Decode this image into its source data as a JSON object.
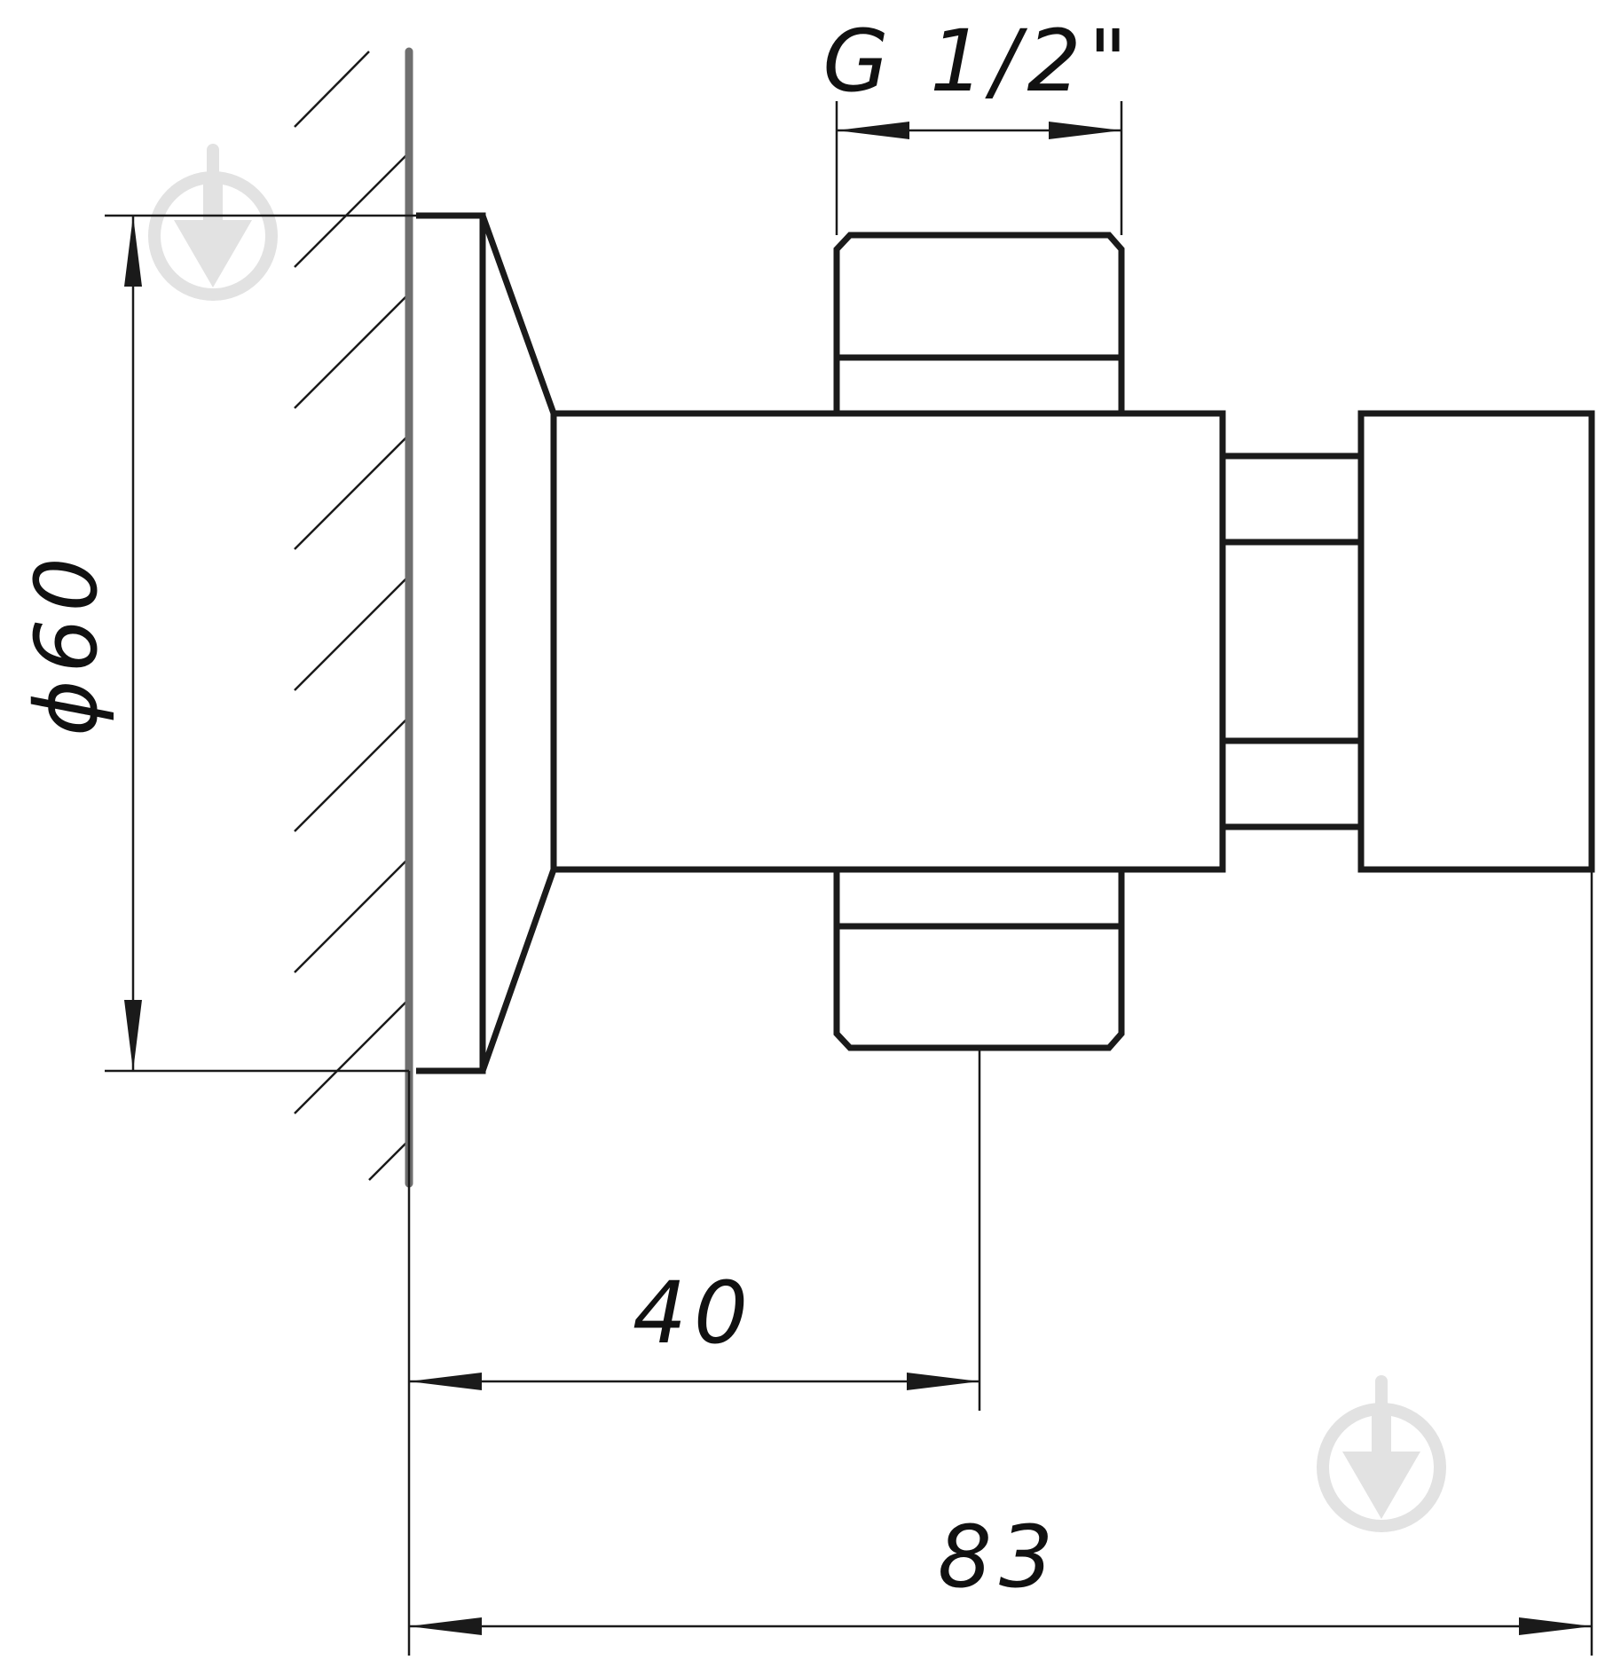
{
  "dimensions": {
    "thread": "G 1/2\"",
    "length_to_outlet": "40",
    "overall_length": "83",
    "flange_diameter": "ϕ60"
  },
  "colors": {
    "line": "#1a1a1a",
    "wall": "#6f6f6f",
    "watermark": "#e2e2e2",
    "background": "#ffffff"
  },
  "watermark": {
    "icon": "faucet-drop-logo-icon",
    "count": 2
  }
}
